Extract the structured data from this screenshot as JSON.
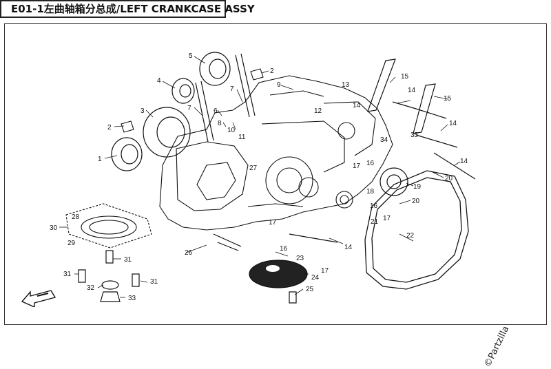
{
  "header": {
    "title": "E01-1左曲轴箱分总成/LEFT CRANKCASE ASSY"
  },
  "watermark": "©Partzilla",
  "nav": {
    "back_icon": "back-arrow-icon"
  },
  "callouts": [
    "1",
    "2",
    "3",
    "4",
    "5",
    "2",
    "7",
    "7",
    "6",
    "8",
    "10",
    "11",
    "9",
    "12",
    "13",
    "14",
    "15",
    "14",
    "15",
    "14",
    "34",
    "35",
    "27",
    "17",
    "16",
    "14",
    "20",
    "19",
    "18",
    "16",
    "17",
    "20",
    "21",
    "22",
    "28",
    "30",
    "29",
    "17",
    "16",
    "26",
    "14",
    "23",
    "17",
    "24",
    "31",
    "31",
    "31",
    "32",
    "33",
    "25"
  ]
}
